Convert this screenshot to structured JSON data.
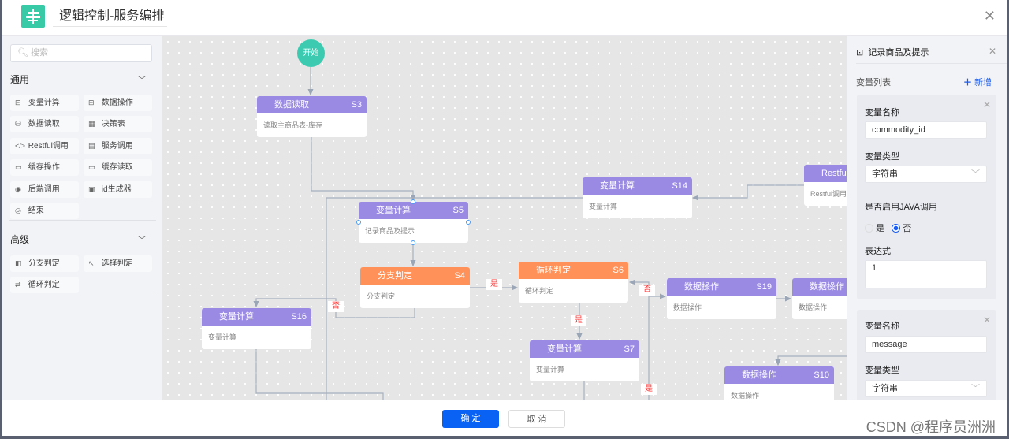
{
  "header": {
    "title": "逻辑控制-服务编排",
    "close_icon": "close-icon"
  },
  "palette": {
    "search_placeholder": "搜索",
    "groups": [
      {
        "label": "通用",
        "items": [
          {
            "label": "变量计算",
            "icon": "calc-icon"
          },
          {
            "label": "数据操作",
            "icon": "data-op-icon"
          },
          {
            "label": "数据读取",
            "icon": "database-icon"
          },
          {
            "label": "决策表",
            "icon": "table-icon"
          },
          {
            "label": "Restful调用",
            "icon": "code-icon"
          },
          {
            "label": "服务调用",
            "icon": "server-icon"
          },
          {
            "label": "缓存操作",
            "icon": "folder-icon"
          },
          {
            "label": "缓存读取",
            "icon": "folder-read-icon"
          },
          {
            "label": "后端调用",
            "icon": "play-circle-icon"
          },
          {
            "label": "id生成器",
            "icon": "id-icon"
          },
          {
            "label": "结束",
            "icon": "stop-circle-icon"
          }
        ]
      },
      {
        "label": "高级",
        "items": [
          {
            "label": "分支判定",
            "icon": "branch-icon"
          },
          {
            "label": "选择判定",
            "icon": "select-arrow-icon"
          },
          {
            "label": "循环判定",
            "icon": "loop-icon"
          }
        ]
      }
    ]
  },
  "canvas": {
    "start": "开始",
    "nodes": [
      {
        "title": "数据读取",
        "id": "S3",
        "desc": "读取主商品表-库存",
        "type": "purple"
      },
      {
        "title": "变量计算",
        "id": "S5",
        "desc": "记录商品及提示",
        "type": "purple"
      },
      {
        "title": "分支判定",
        "id": "S4",
        "desc": "分支判定",
        "type": "orange"
      },
      {
        "title": "循环判定",
        "id": "S6",
        "desc": "循环判定",
        "type": "orange"
      },
      {
        "title": "变量计算",
        "id": "S14",
        "desc": "变量计算",
        "type": "purple"
      },
      {
        "title": "Restful",
        "id": "",
        "desc": "Restful调用",
        "type": "purple"
      },
      {
        "title": "变量计算",
        "id": "S16",
        "desc": "变量计算",
        "type": "purple"
      },
      {
        "title": "变量计算",
        "id": "S7",
        "desc": "变量计算",
        "type": "purple"
      },
      {
        "title": "数据操作",
        "id": "S19",
        "desc": "数据操作",
        "type": "purple"
      },
      {
        "title": "数据操作",
        "id": "",
        "desc": "数据操作",
        "type": "purple"
      },
      {
        "title": "数据操作",
        "id": "S10",
        "desc": "数据操作",
        "type": "purple"
      }
    ],
    "edge_labels": [
      "是",
      "否",
      "是",
      "否",
      "是"
    ],
    "colors": {
      "process": "#9b8ae3",
      "decision": "#ff9159",
      "start": "#3ccbb0",
      "label": "#ff3333"
    }
  },
  "panel": {
    "title": "记录商品及提示",
    "list_label": "变量列表",
    "add_label": "新增",
    "vars": [
      {
        "name_label": "变量名称",
        "name": "commodity_id",
        "type_label": "变量类型",
        "type": "字符串",
        "java_label": "是否启用JAVA调用",
        "yes": "是",
        "no": "否",
        "java_selected": "否",
        "expr_label": "表达式",
        "expr": "1"
      },
      {
        "name_label": "变量名称",
        "name": "message",
        "type_label": "变量类型",
        "type": "字符串"
      }
    ]
  },
  "footer": {
    "confirm": "确 定",
    "cancel": "取 消",
    "watermark": "CSDN @程序员洲洲",
    "accent": "#0a62f5"
  }
}
